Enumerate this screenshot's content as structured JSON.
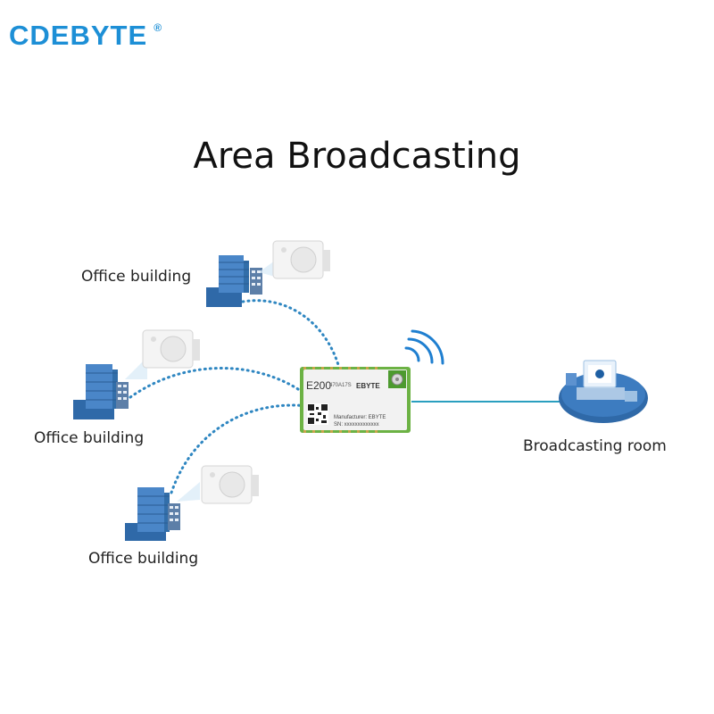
{
  "brand": {
    "name": "CDEBYTE",
    "registered": "®"
  },
  "title": "Area Broadcasting",
  "nodes": [
    {
      "label": "Office building"
    },
    {
      "label": "Office building"
    },
    {
      "label": "Office building"
    },
    {
      "label": "Broadcasting room"
    }
  ],
  "module": {
    "model": "E200",
    "variant": "470A17S",
    "brand": "EBYTE",
    "manufacturer": "Manufacturer: EBYTE",
    "serial": "SN: xxxxxxxxxxxxx"
  },
  "colors": {
    "brand": "#1d8fd6",
    "link_dotted": "#2e86c1",
    "link_solid": "#2a9fbf",
    "building": "#3d7cc0",
    "pcb_green": "#5aa83a",
    "wifi": "#1f7fd0"
  },
  "icons": [
    "speaker-icon",
    "building-icon",
    "wifi-signal-icon",
    "qr-code-icon",
    "workstation-icon"
  ]
}
